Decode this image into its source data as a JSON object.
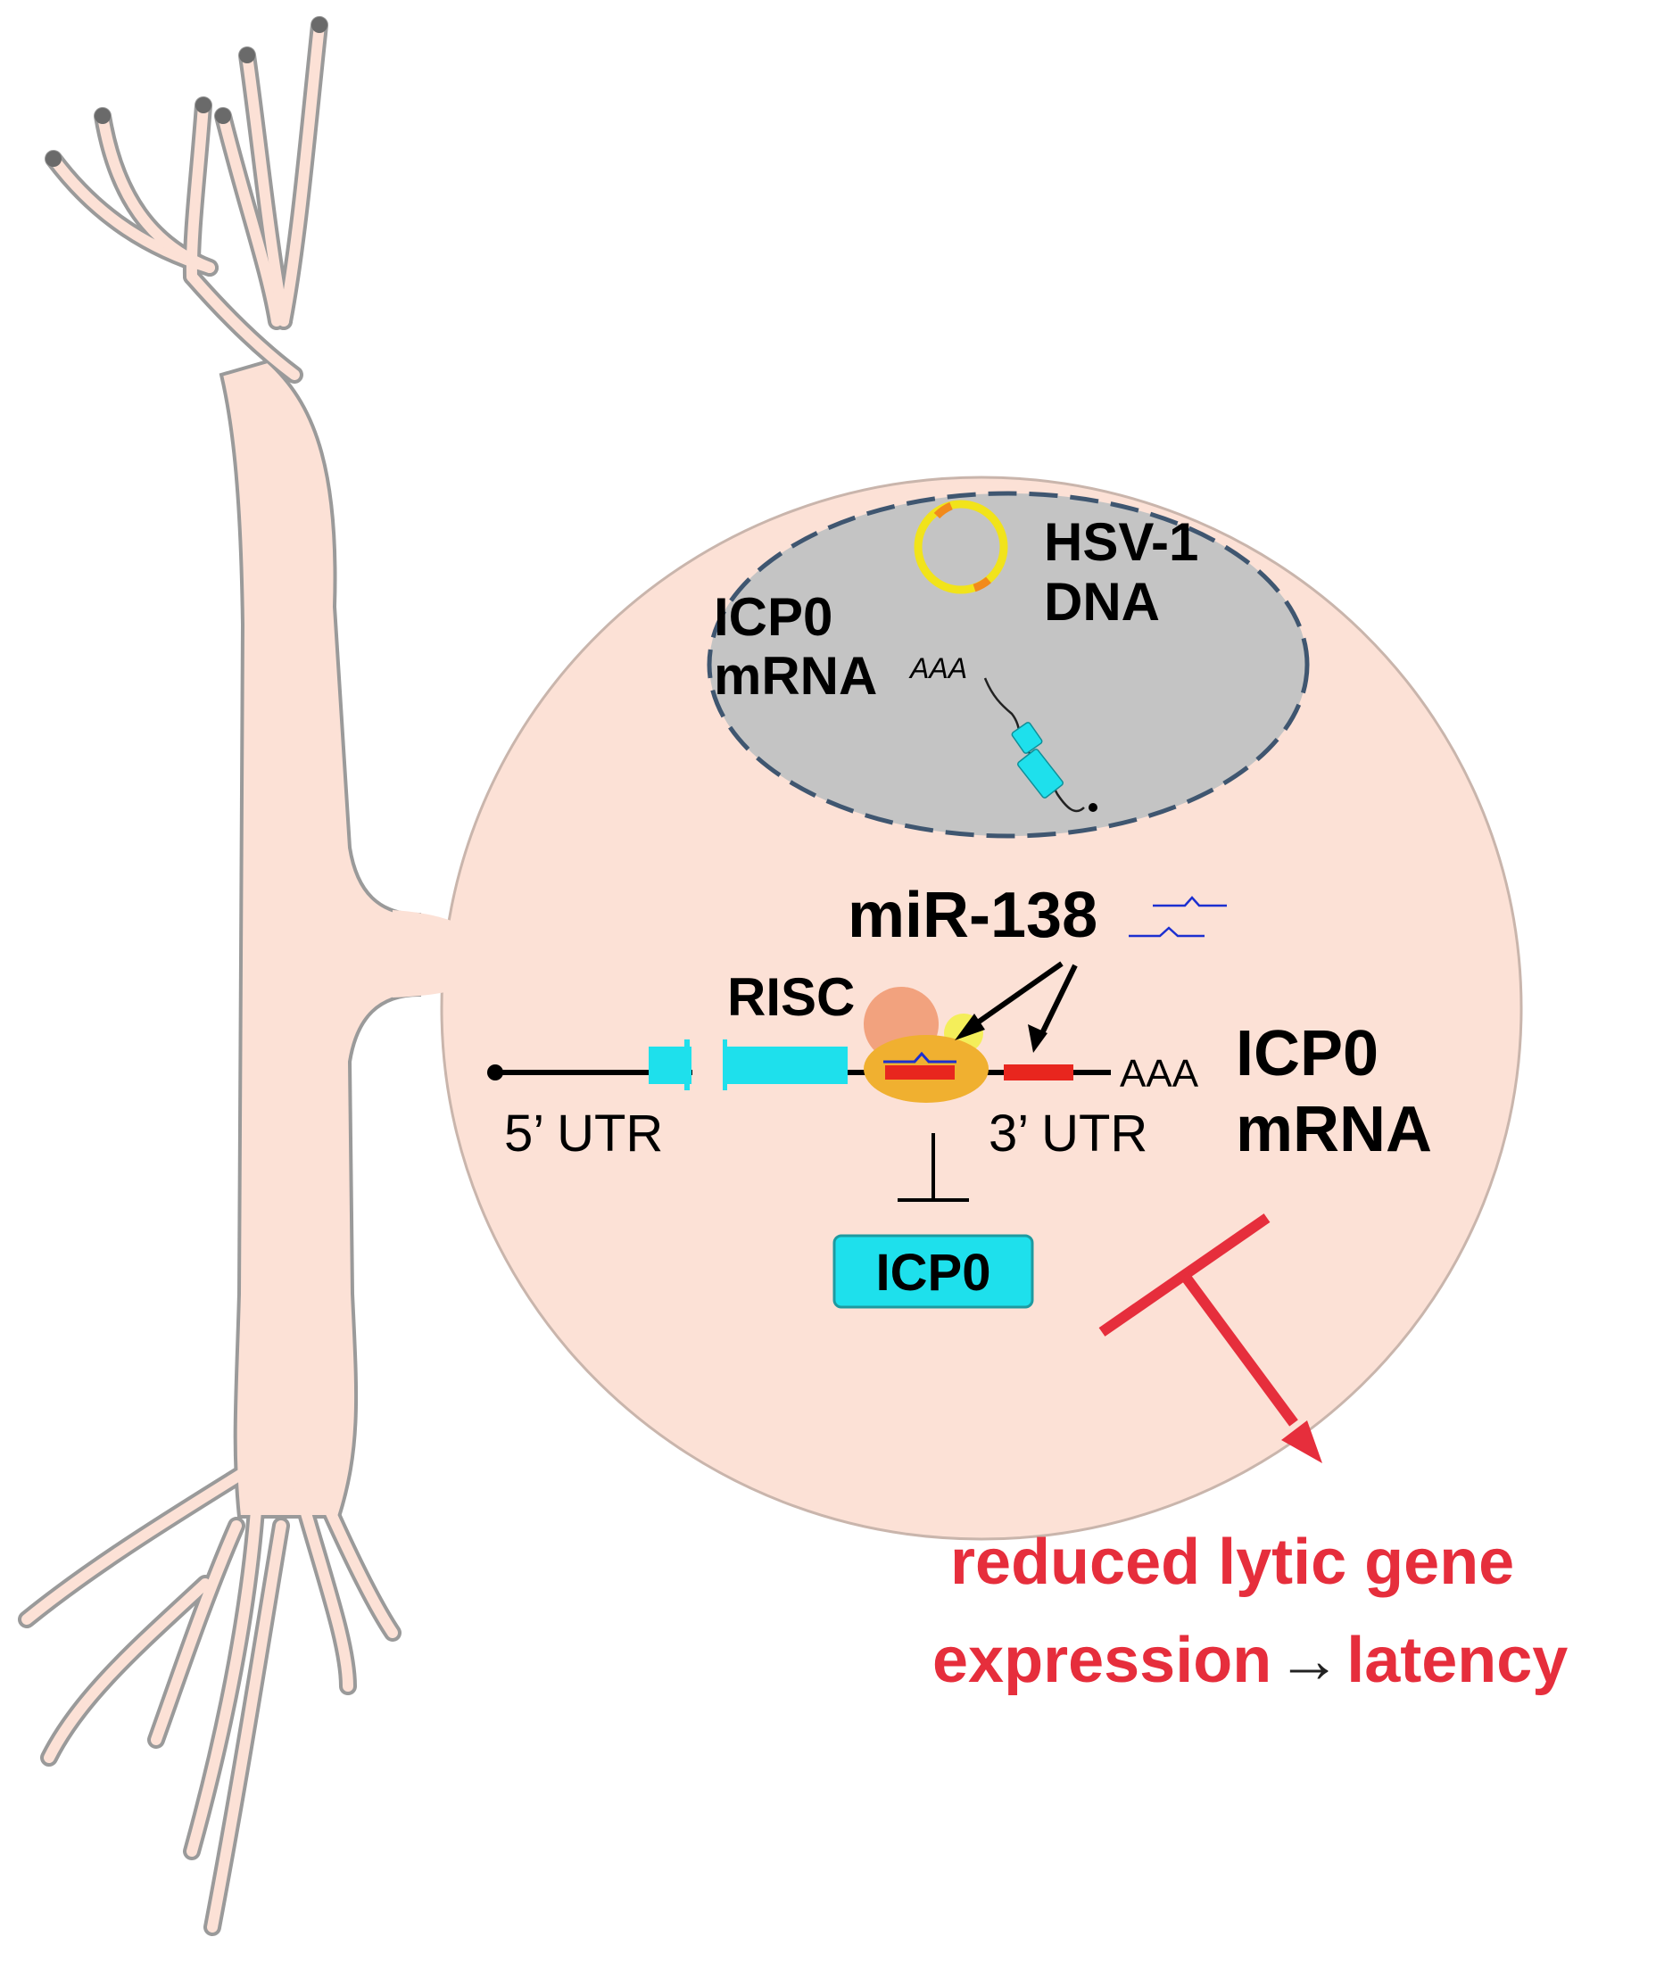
{
  "labels": {
    "virus_dna_line1": "HSV-1",
    "virus_dna_line2": "DNA",
    "nuclear_mrna_line1": "ICP0",
    "nuclear_mrna_line2": "mRNA",
    "nuclear_polya": "AAA",
    "mirna": "miR-138",
    "risc": "RISC",
    "cyto_polya": "AAA",
    "utr5": "5’ UTR",
    "utr3": "3’ UTR",
    "cyto_mrna_line1": "ICP0",
    "cyto_mrna_line2": "mRNA",
    "protein": "ICP0",
    "outcome_line1": "reduced lytic gene",
    "outcome_line2a": "expression",
    "outcome_arrow": "→",
    "outcome_line2b": "latency"
  },
  "icons": {
    "virus_genome": "circular-dna-icon",
    "mirna_duplex": "mirna-duplex-icon",
    "risc_complex": "risc-complex-icon",
    "protein_box": "protein-box-icon",
    "inhibition": "inhibition-bar-icon"
  },
  "colors": {
    "cell_fill": "#fce1d6",
    "cell_stroke": "#c9b5ac",
    "nucleus_fill": "#c4c4c4",
    "nucleus_stroke": "#3f5670",
    "coding_region": "#1ee0ec",
    "target_site": "#e8261e",
    "risc_orange": "#f0b030",
    "risc_salmon": "#f2a27e",
    "risc_yellow": "#f4ee5a",
    "mirna_blue": "#1c2fd0",
    "genome_yellow": "#f1e31b",
    "genome_orange": "#f28a1c",
    "outcome_red": "#e62e3c"
  }
}
